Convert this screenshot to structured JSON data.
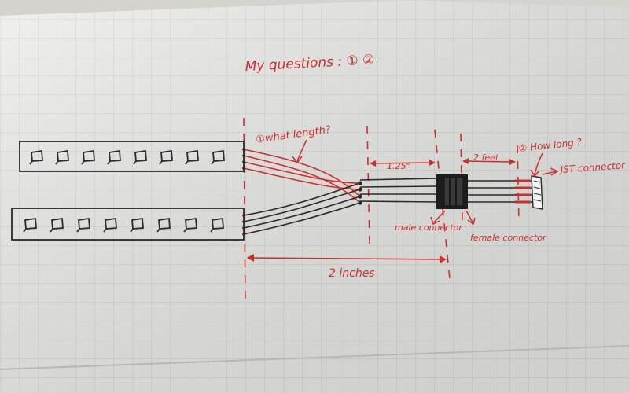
{
  "notes": {
    "questions": "My questions : ① ②",
    "q1": "①what length?",
    "q2": "② How long ?",
    "dim_125": "1.25\"",
    "dim_2feet": "2 feet",
    "dim_2inches": "2 inches",
    "jst_connector": "JST connector",
    "male_connector": "male connector",
    "female_connector": "female connector"
  },
  "colors": {
    "ink_red": "#c8302e",
    "ink_black": "#2a2a2a",
    "paper": "#eeeeec",
    "grid": "#c9ccd2"
  },
  "strips": {
    "top_led_count": 8,
    "bottom_led_count": 8
  }
}
